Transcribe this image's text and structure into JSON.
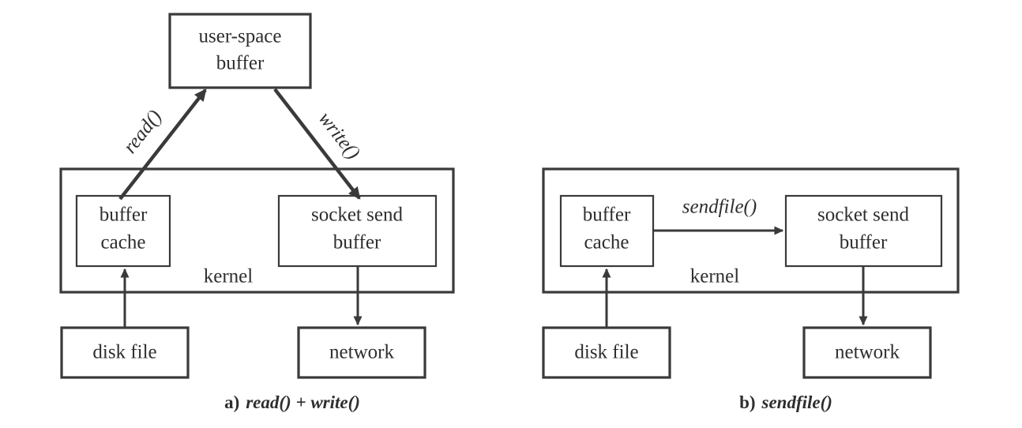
{
  "figure": {
    "title_text": "",
    "stroke_color": "#3a3a3a",
    "background_color": "#ffffff",
    "text_color": "#2e2e2e"
  },
  "panels": [
    {
      "id": "a",
      "caption_index": "a)",
      "caption_text": "read() + write()",
      "kernel_label": "kernel",
      "nodes": {
        "user_buffer": "user-space\nbuffer",
        "user_buffer_line1": "user-space",
        "user_buffer_line2": "buffer",
        "buffer_cache_line1": "buffer",
        "buffer_cache_line2": "cache",
        "socket_buffer_line1": "socket send",
        "socket_buffer_line2": "buffer",
        "disk_file": "disk file",
        "network": "network"
      },
      "edges": [
        {
          "label": "read()",
          "from": "buffer cache",
          "to": "user-space buffer"
        },
        {
          "label": "write()",
          "from": "user-space buffer",
          "to": "socket send buffer"
        },
        {
          "label": "",
          "from": "disk file",
          "to": "buffer cache"
        },
        {
          "label": "",
          "from": "socket send buffer",
          "to": "network"
        }
      ]
    },
    {
      "id": "b",
      "caption_index": "b)",
      "caption_text": "sendfile()",
      "kernel_label": "kernel",
      "nodes": {
        "buffer_cache_line1": "buffer",
        "buffer_cache_line2": "cache",
        "socket_buffer_line1": "socket send",
        "socket_buffer_line2": "buffer",
        "disk_file": "disk file",
        "network": "network"
      },
      "edges": [
        {
          "label": "sendfile()",
          "from": "buffer cache",
          "to": "socket send buffer"
        },
        {
          "label": "",
          "from": "disk file",
          "to": "buffer cache"
        },
        {
          "label": "",
          "from": "socket send buffer",
          "to": "network"
        }
      ]
    }
  ]
}
